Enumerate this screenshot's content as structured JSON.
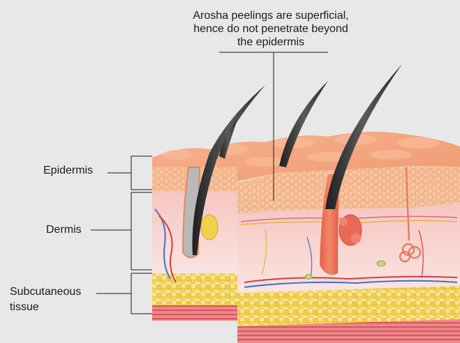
{
  "caption": {
    "lines": [
      "Arosha peelings are superficial,",
      "hence do not penetrate beyond",
      "the epidermis"
    ]
  },
  "layers": {
    "epidermis": "Epidermis",
    "dermis": "Dermis",
    "subcutaneous_line1": "Subcutaneous",
    "subcutaneous_line2": "tissue"
  },
  "colors": {
    "background": "#e8e8e8",
    "epidermis": "#f2a57f",
    "dermis": "#f7d9d6",
    "fat": "#f1d34a",
    "muscle": "#e5656b",
    "hair": "#3a3a3a",
    "leader_line": "#1a1a1a"
  }
}
